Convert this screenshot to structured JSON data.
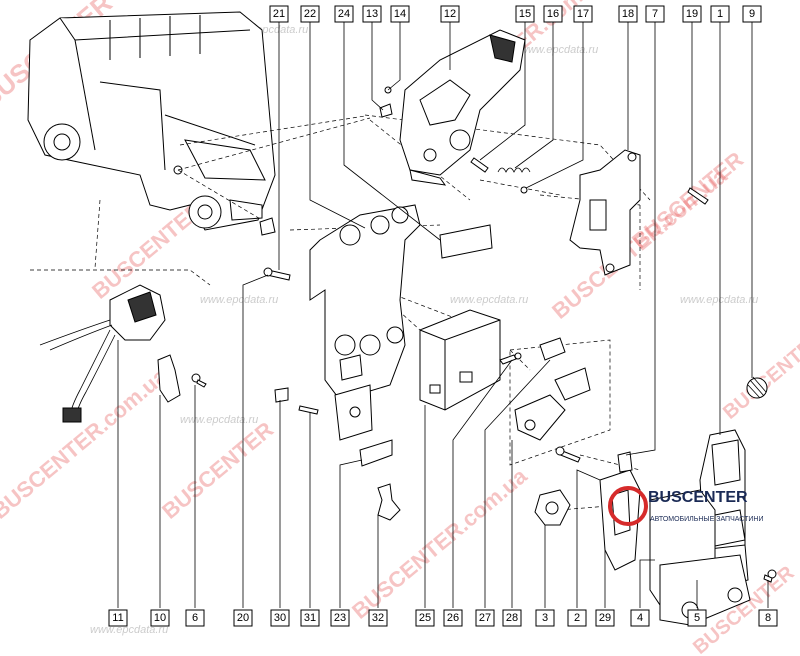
{
  "callouts_top": [
    "21",
    "22",
    "24",
    "13",
    "14",
    "12",
    "15",
    "16",
    "17",
    "18",
    "7",
    "19",
    "1",
    "9"
  ],
  "callouts_bottom": [
    "11",
    "10",
    "6",
    "20",
    "30",
    "31",
    "23",
    "32",
    "25",
    "26",
    "27",
    "28",
    "3",
    "2",
    "29",
    "4",
    "5",
    "8"
  ],
  "watermarks": {
    "buscenter": "BUSCENTER",
    "buscenter_com": "BUSCENTER.com.ua",
    "buscenter_com_short": "com.ua",
    "epcdata": "www.epcdata.ru",
    "epcdata_short": "epcdata.ru"
  },
  "logo": {
    "name": "BUSCENTER",
    "subtitle": "АВТОМОБИЛЬНЫЕ ЗАПЧАСТИНИ"
  },
  "colors": {
    "watermark": "#e85a5a",
    "logo_dark": "#1a2a55",
    "logo_red": "#d62b2b"
  }
}
